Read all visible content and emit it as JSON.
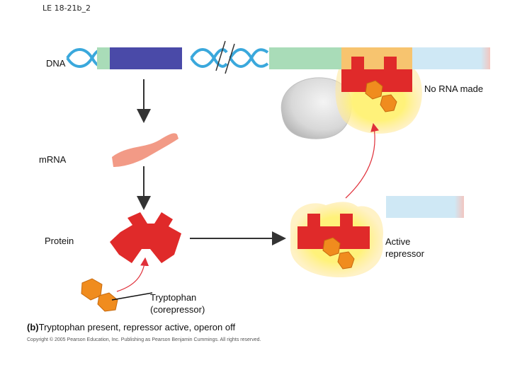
{
  "slide_title": "LE 18-21b_2",
  "labels": {
    "dna": "DNA",
    "no_rna": "No RNA made",
    "mrna": "mRNA",
    "protein": "Protein",
    "active_repressor_line1": "Active",
    "active_repressor_line2": "repressor",
    "tryptophan_line1": "Tryptophan",
    "tryptophan_line2": "(corepressor)"
  },
  "caption": {
    "panel": "(b)",
    "text": "Tryptophan present, repressor active, operon off"
  },
  "copyright": "Copyright © 2005 Pearson Education, Inc. Publishing as Pearson Benjamin Cummings. All rights reserved.",
  "colors": {
    "dna_helix": "#3aa8dc",
    "gene_blue": "#4a4aa8",
    "segment_green": "#a9dcb8",
    "operator_orange": "#f7c46f",
    "light_blue": "#cfe8f5",
    "repressor_red": "#e02a2a",
    "tryptophan_orange": "#f08c1e",
    "mrna_salmon": "#f29a86",
    "glow_yellow": "#fff27a",
    "polymerase_gray": "#dcdcdc",
    "arrow_dark": "#333333",
    "arrow_red": "#e0303a"
  }
}
